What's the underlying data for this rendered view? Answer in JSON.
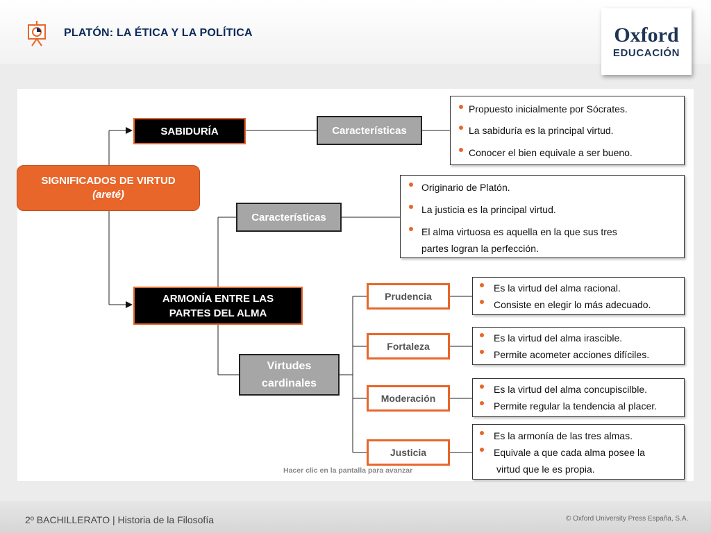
{
  "header": {
    "title": "PLATÓN: LA ÉTICA Y LA POLÍTICA",
    "icon": "presentation-board-icon"
  },
  "logo": {
    "line1": "Oxford",
    "line2": "EDUCACIÓN"
  },
  "diagram": {
    "root": {
      "line1": "SIGNIFICADOS DE VIRTUD",
      "line2": "(areté)"
    },
    "sabiduria": {
      "label": "SABIDURÍA",
      "characteristics_label": "Características",
      "characteristics": [
        "Propuesto inicialmente  por Sócrates.",
        "La sabiduría es la principal virtud.",
        "Conocer el bien equivale a ser bueno."
      ]
    },
    "armonia": {
      "line1": "ARMONÍA ENTRE LAS",
      "line2": "PARTES DEL ALMA",
      "characteristics_label": "Características",
      "characteristics": [
        "Originario de Platón.",
        "La justicia es la principal virtud.",
        "El alma virtuosa es aquella en la que sus tres",
        "partes logran la perfección."
      ]
    },
    "virtudes": {
      "line1": "Virtudes",
      "line2": "cardinales",
      "items": [
        {
          "name": "Prudencia",
          "lines": [
            "Es la virtud del alma racional.",
            "Consiste en elegir lo más adecuado."
          ]
        },
        {
          "name": "Fortaleza",
          "lines": [
            "Es la virtud del alma irascible.",
            "Permite acometer acciones difíciles."
          ]
        },
        {
          "name": "Moderación",
          "lines": [
            "Es la virtud del alma concupiscilble.",
            "Permite regular la tendencia al placer."
          ]
        },
        {
          "name": "Justicia",
          "lines": [
            "Es la armonía de las tres almas.",
            "Equivale a que cada alma posee la",
            "virtud que le es propia."
          ]
        }
      ]
    }
  },
  "hint": "Hacer clic en la pantalla para avanzar",
  "footer": {
    "course": "2º BACHILLERATO | Historia de la Filosofía",
    "copyright": "© Oxford University Press España, S.A."
  },
  "colors": {
    "accent": "#e8662a",
    "navy": "#0a2a5a"
  }
}
